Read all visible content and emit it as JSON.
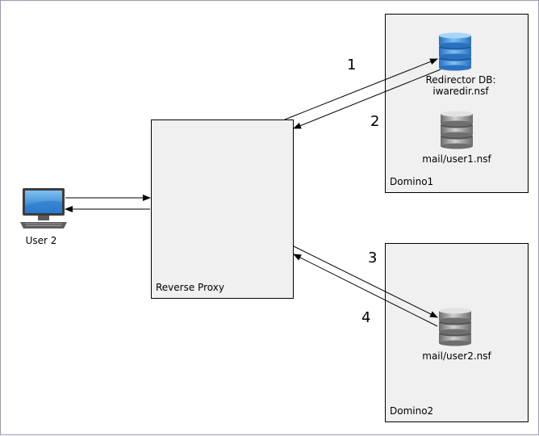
{
  "nodes": {
    "reverse_proxy": {
      "label": "Reverse Proxy"
    },
    "domino1": {
      "label": "Domino1"
    },
    "domino2": {
      "label": "Domino2"
    },
    "user": {
      "label": "User 2"
    },
    "redirector_db": {
      "line1": "Redirector DB:",
      "line2": "iwaredir.nsf"
    },
    "mail_user1": {
      "label": "mail/user1.nsf"
    },
    "mail_user2": {
      "label": "mail/user2.nsf"
    }
  },
  "steps": [
    "1",
    "2",
    "3",
    "4"
  ],
  "colors": {
    "box_fill": "#f0f0f0",
    "db_blue": "#3a8fd8",
    "db_gray": "#8a8a8a",
    "monitor_blue": "#2f86d6"
  },
  "icons": {
    "user": "computer-icon",
    "redirector": "database-blue-icon",
    "mail": "database-gray-icon"
  }
}
